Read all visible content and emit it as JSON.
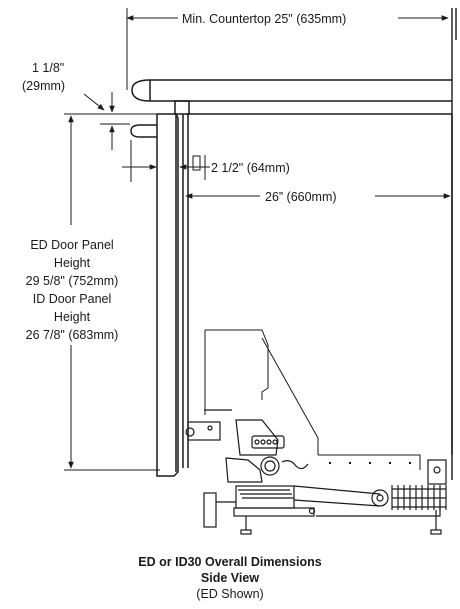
{
  "dimensions": {
    "countertop": "Min. Countertop 25\" (635mm)",
    "gap_fraction": "1 1/8\"",
    "gap_metric": "(29mm)",
    "handle": "2 1/2\" (64mm)",
    "depth": "26” (660mm)",
    "panel_lines": [
      "ED Door Panel",
      "Height",
      "29 5/8\" (752mm)",
      "ID Door Panel",
      "Height",
      "26 7/8\" (683mm)"
    ]
  },
  "caption": {
    "line1": "ED or ID30 Overall Dimensions",
    "line2": "Side View",
    "line3": "(ED Shown)"
  }
}
